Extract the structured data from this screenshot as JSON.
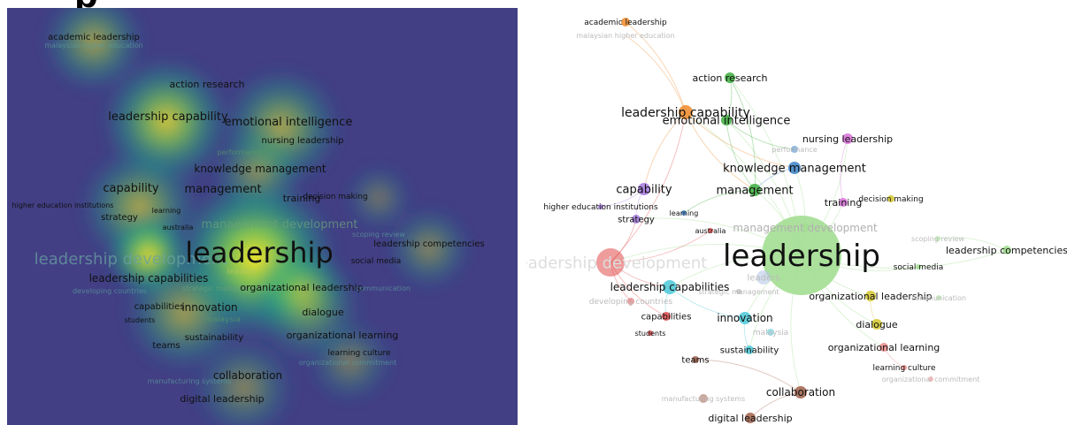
{
  "page": {
    "title_fragment": "p"
  },
  "density_map": {
    "labels": [
      {
        "text": "academic leadership",
        "size": 10,
        "color": "#111",
        "faded": false
      },
      {
        "text": "malaysian higher education",
        "size": 8,
        "color": "#5a9a9a",
        "faded": true
      },
      {
        "text": "action research",
        "size": 11,
        "color": "#111",
        "faded": false
      },
      {
        "text": "leadership capability",
        "size": 13,
        "color": "#111",
        "faded": false
      },
      {
        "text": "emotional intelligence",
        "size": 13,
        "color": "#111",
        "faded": false
      },
      {
        "text": "nursing leadership",
        "size": 10,
        "color": "#111",
        "faded": false
      },
      {
        "text": "performance",
        "size": 8,
        "color": "#5a9a6a",
        "faded": true
      },
      {
        "text": "knowledge management",
        "size": 12,
        "color": "#111",
        "faded": false
      },
      {
        "text": "capability",
        "size": 13,
        "color": "#111",
        "faded": false
      },
      {
        "text": "management",
        "size": 13,
        "color": "#111",
        "faded": false
      },
      {
        "text": "training",
        "size": 11,
        "color": "#111",
        "faded": false
      },
      {
        "text": "decision making",
        "size": 9,
        "color": "#111",
        "faded": false
      },
      {
        "text": "higher education institutions",
        "size": 8,
        "color": "#111",
        "faded": false
      },
      {
        "text": "learning",
        "size": 8,
        "color": "#111",
        "faded": false
      },
      {
        "text": "strategy",
        "size": 10,
        "color": "#111",
        "faded": false
      },
      {
        "text": "australia",
        "size": 8,
        "color": "#111",
        "faded": false
      },
      {
        "text": "management development",
        "size": 13,
        "color": "#6aa07a",
        "faded": true
      },
      {
        "text": "scoping review",
        "size": 8,
        "color": "#5a9a9a",
        "faded": true
      },
      {
        "text": "leadership competencies",
        "size": 10,
        "color": "#111",
        "faded": false
      },
      {
        "text": "leadership development",
        "size": 18,
        "color": "#6aa0a0",
        "faded": true
      },
      {
        "text": "leadership",
        "size": 32,
        "color": "#111",
        "faded": false
      },
      {
        "text": "social media",
        "size": 9,
        "color": "#111",
        "faded": false
      },
      {
        "text": "leaders",
        "size": 9,
        "color": "#b8c860",
        "faded": true
      },
      {
        "text": "leadership capabilities",
        "size": 12,
        "color": "#111",
        "faded": false
      },
      {
        "text": "strategic management",
        "size": 8,
        "color": "#6aa07a",
        "faded": true
      },
      {
        "text": "organizational leadership",
        "size": 11,
        "color": "#111",
        "faded": false
      },
      {
        "text": "communication",
        "size": 8,
        "color": "#5a9a9a",
        "faded": true
      },
      {
        "text": "developing countries",
        "size": 8,
        "color": "#5a9a9a",
        "faded": true
      },
      {
        "text": "capabilities",
        "size": 10,
        "color": "#111",
        "faded": false
      },
      {
        "text": "innovation",
        "size": 12,
        "color": "#111",
        "faded": false
      },
      {
        "text": "dialogue",
        "size": 11,
        "color": "#111",
        "faded": false
      },
      {
        "text": "students",
        "size": 8,
        "color": "#111",
        "faded": false
      },
      {
        "text": "malaysia",
        "size": 9,
        "color": "#5a9a6a",
        "faded": true
      },
      {
        "text": "sustainability",
        "size": 10,
        "color": "#111",
        "faded": false
      },
      {
        "text": "organizational learning",
        "size": 11,
        "color": "#111",
        "faded": false
      },
      {
        "text": "teams",
        "size": 10,
        "color": "#111",
        "faded": false
      },
      {
        "text": "learning culture",
        "size": 9,
        "color": "#111",
        "faded": false
      },
      {
        "text": "organizational commitment",
        "size": 8,
        "color": "#5a9a9a",
        "faded": true
      },
      {
        "text": "collaboration",
        "size": 12,
        "color": "#111",
        "faded": false
      },
      {
        "text": "manufacturing systems",
        "size": 8,
        "color": "#5a9a9a",
        "faded": true
      },
      {
        "text": "digital leadership",
        "size": 11,
        "color": "#111",
        "faded": false
      }
    ]
  },
  "network_map": {
    "nodes": [
      {
        "text": "academic leadership",
        "size": 9,
        "color": "#ee8a2a",
        "label_color": "#111",
        "faded": false
      },
      {
        "text": "malaysian higher education",
        "size": 8,
        "color": "#ee8a2a",
        "label_color": "#bbbbbb",
        "faded": true
      },
      {
        "text": "action research",
        "size": 11,
        "color": "#3cae3c",
        "label_color": "#111",
        "faded": false
      },
      {
        "text": "leadership capability",
        "size": 14,
        "color": "#ee8a2a",
        "label_color": "#111",
        "faded": false
      },
      {
        "text": "emotional intelligence",
        "size": 13,
        "color": "#3cae3c",
        "label_color": "#111",
        "faded": false
      },
      {
        "text": "nursing leadership",
        "size": 11,
        "color": "#d86ed8",
        "label_color": "#111",
        "faded": false
      },
      {
        "text": "performance",
        "size": 8,
        "color": "#3b82c8",
        "label_color": "#bbbbbb",
        "faded": true
      },
      {
        "text": "knowledge management",
        "size": 13,
        "color": "#3b82c8",
        "label_color": "#111",
        "faded": false
      },
      {
        "text": "capability",
        "size": 13,
        "color": "#a77ae0",
        "label_color": "#111",
        "faded": false
      },
      {
        "text": "management",
        "size": 13,
        "color": "#3cae3c",
        "label_color": "#111",
        "faded": false
      },
      {
        "text": "training",
        "size": 11,
        "color": "#d86ed8",
        "label_color": "#111",
        "faded": false
      },
      {
        "text": "decision making",
        "size": 9,
        "color": "#d4c62a",
        "label_color": "#111",
        "faded": false
      },
      {
        "text": "higher education institutions",
        "size": 9,
        "color": "#a77ae0",
        "label_color": "#111",
        "faded": false
      },
      {
        "text": "learning",
        "size": 8,
        "color": "#3b82c8",
        "label_color": "#111",
        "faded": false
      },
      {
        "text": "strategy",
        "size": 10,
        "color": "#a77ae0",
        "label_color": "#111",
        "faded": false
      },
      {
        "text": "australia",
        "size": 8,
        "color": "#e24a4a",
        "label_color": "#111",
        "faded": false
      },
      {
        "text": "management development",
        "size": 12,
        "color": "#9edc8c",
        "label_color": "#b0b0b0",
        "faded": true
      },
      {
        "text": "scoping review",
        "size": 8,
        "color": "#9edc8c",
        "label_color": "#bbbbbb",
        "faded": true
      },
      {
        "text": "leadership competencies",
        "size": 11,
        "color": "#9edc8c",
        "label_color": "#111",
        "faded": false
      },
      {
        "text": "leadership development",
        "size": 18,
        "color": "#e24a4a",
        "label_color": "#dddddd",
        "faded": true
      },
      {
        "text": "leadership",
        "size": 34,
        "color": "#9edc8c",
        "label_color": "#111",
        "faded": false
      },
      {
        "text": "social media",
        "size": 9,
        "color": "#9edc8c",
        "label_color": "#111",
        "faded": false
      },
      {
        "text": "leaders",
        "size": 10,
        "color": "#b0c4e8",
        "label_color": "#bbbbbb",
        "faded": true
      },
      {
        "text": "leadership capabilities",
        "size": 12,
        "color": "#4ac8d8",
        "label_color": "#111",
        "faded": false
      },
      {
        "text": "strategic management",
        "size": 8,
        "color": "#a0a0a0",
        "label_color": "#bbbbbb",
        "faded": true
      },
      {
        "text": "organizational leadership",
        "size": 11,
        "color": "#d4c62a",
        "label_color": "#111",
        "faded": false
      },
      {
        "text": "communication",
        "size": 8,
        "color": "#9edc8c",
        "label_color": "#bbbbbb",
        "faded": true
      },
      {
        "text": "developing countries",
        "size": 9,
        "color": "#e24a4a",
        "label_color": "#bbbbbb",
        "faded": true
      },
      {
        "text": "capabilities",
        "size": 10,
        "color": "#e24a4a",
        "label_color": "#111",
        "faded": false
      },
      {
        "text": "innovation",
        "size": 12,
        "color": "#4ac8d8",
        "label_color": "#111",
        "faded": false
      },
      {
        "text": "dialogue",
        "size": 11,
        "color": "#d4c62a",
        "label_color": "#111",
        "faded": false
      },
      {
        "text": "students",
        "size": 8,
        "color": "#e24a4a",
        "label_color": "#111",
        "faded": false
      },
      {
        "text": "malaysia",
        "size": 9,
        "color": "#4ac8d8",
        "label_color": "#bbbbbb",
        "faded": true
      },
      {
        "text": "sustainability",
        "size": 10,
        "color": "#4ac8d8",
        "label_color": "#111",
        "faded": false
      },
      {
        "text": "organizational learning",
        "size": 11,
        "color": "#f08a8a",
        "label_color": "#111",
        "faded": false
      },
      {
        "text": "teams",
        "size": 10,
        "color": "#a0604a",
        "label_color": "#111",
        "faded": false
      },
      {
        "text": "learning culture",
        "size": 9,
        "color": "#f08a8a",
        "label_color": "#111",
        "faded": false
      },
      {
        "text": "organizational commitment",
        "size": 8,
        "color": "#f08a8a",
        "label_color": "#bbbbbb",
        "faded": true
      },
      {
        "text": "collaboration",
        "size": 12,
        "color": "#a0604a",
        "label_color": "#111",
        "faded": false
      },
      {
        "text": "manufacturing systems",
        "size": 8,
        "color": "#a0604a",
        "label_color": "#bbbbbb",
        "faded": true
      },
      {
        "text": "digital leadership",
        "size": 11,
        "color": "#a0604a",
        "label_color": "#111",
        "faded": false
      }
    ]
  }
}
